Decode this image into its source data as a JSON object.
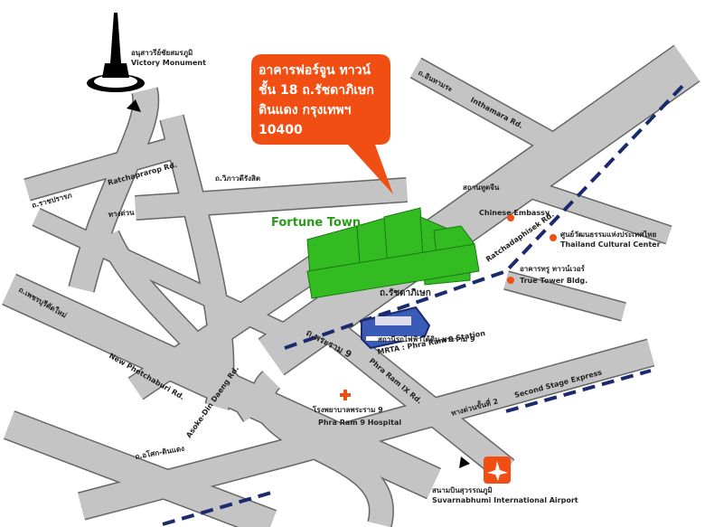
{
  "callout": {
    "line1": "อาคารฟอร์จูน ทาวน์",
    "line2": "ชั้น 18 ถ.รัชดาภิเษก",
    "line3": "ดินแดง กรุงเทพฯ",
    "line4": "10400",
    "color": "#f04e13"
  },
  "building": {
    "label": "Fortune Town",
    "color": "#33bb22"
  },
  "landmarks": {
    "victory_th": "อนุสาวรีย์ชัยสมรภูมิ",
    "victory_en": "Victory Monument",
    "embassy_th": "สถานทูตจีน",
    "embassy_en": "Chinese Embassy",
    "cultural_th": "ศูนย์วัฒนธรรมแห่งประเทศไทย",
    "cultural_en": "Thailand Cultural Center",
    "truetower_th": "อาคารทรู ทาวน์เวอร์",
    "truetower_en": "True Tower Bldg.",
    "mrta_th": "สถานีรถไฟฟ้าใต้ดิน พระราม 9",
    "mrta_en": "MRTA : Phra Ram 9 Station",
    "hospital_th": "โรงพยาบาลพระราม 9",
    "hospital_en": "Phra Ram 9 Hospital",
    "airport_th": "สนามบินสุวรรณภูมิ",
    "airport_en": "Suvarnabhumi International Airport"
  },
  "roads": {
    "inthamara_th": "ถ.อินทามระ",
    "inthamara_en": "Inthamara Rd.",
    "ratchaprarop_th": "ถ.ราชปรารภ",
    "ratchaprarop_en": "Ratchaprarop Rd.",
    "viphavadi_th": "ถ.วิภาวดีรังสิต",
    "expressway_th": "ทางด่วน",
    "ratchadaphisek_th": "ถ.รัชดาภิเษก",
    "ratchadaphisek_en": "Ratchadaphisek Rd.",
    "phetchaburi_th": "ถ.เพชรบุรีตัดใหม่",
    "phetchaburi_en": "New Phetchaburi Rd.",
    "phraram9_th": "ถ.พระราม 9",
    "phraram9_en": "Phra Ram IX Rd.",
    "asoke_en": "Asoke-Din Daeng Rd.",
    "lokdindaeng_th": "ถ.อโศก-ดินแดง",
    "second_stage_th": "ทางด่วนขั้นที่ 2",
    "second_stage_en": "Second Stage Express"
  },
  "colors": {
    "road": "#c4c4c4",
    "road_outline": "#666666",
    "metro_line": "#1a2a6c",
    "poi_dot": "#f04e13"
  }
}
